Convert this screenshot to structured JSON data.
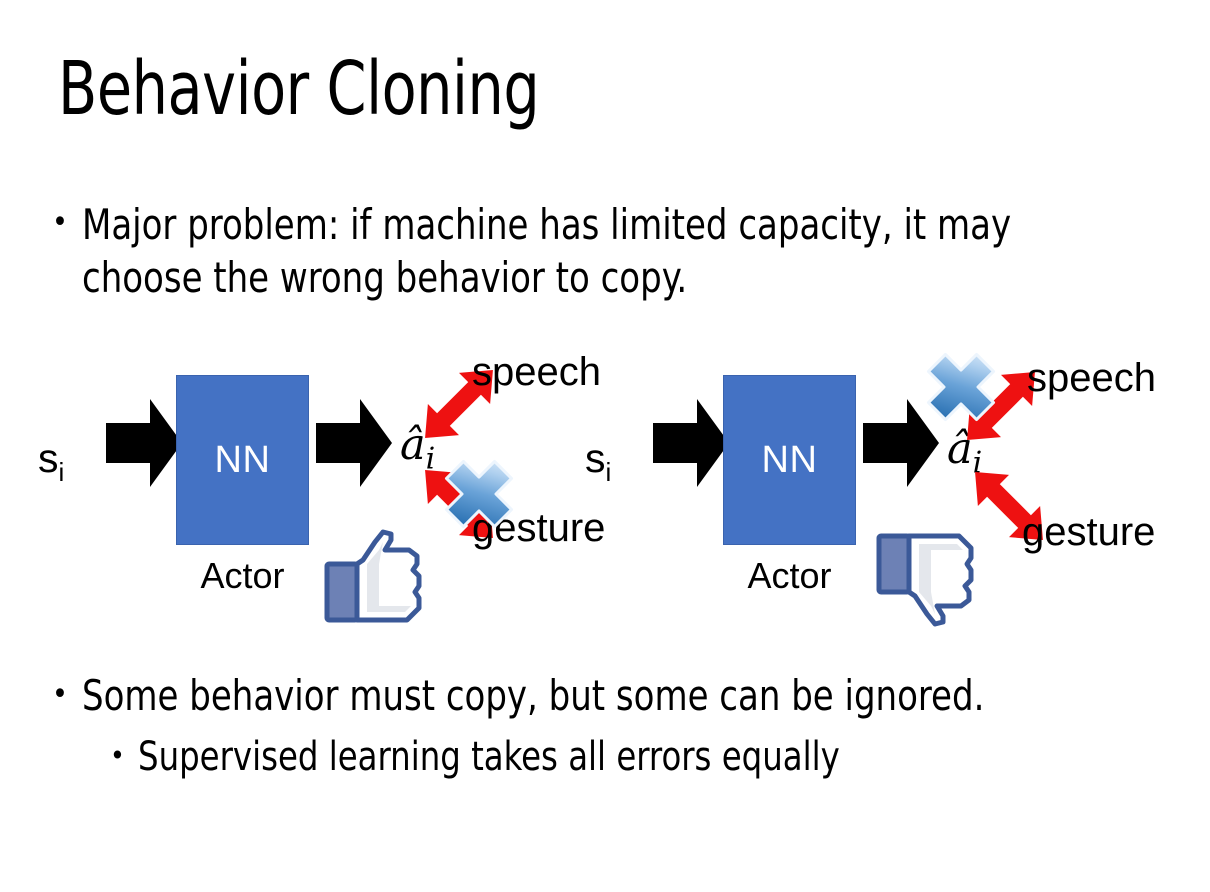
{
  "slide": {
    "title": "Behavior Cloning",
    "background_color": "#FFFFFF"
  },
  "bullets": {
    "top": {
      "marker": "•",
      "text": "Major problem: if machine has limited capacity, it may choose the wrong behavior to copy."
    },
    "bottom_primary": {
      "marker": "•",
      "text": "Some behavior must copy, but some can be ignored."
    },
    "bottom_secondary": {
      "marker": "•",
      "text": "Supervised learning takes all errors equally"
    }
  },
  "colors": {
    "nn_box_fill": "#4472C4",
    "nn_box_border": "#3A63AE",
    "nn_box_text": "#FFFFFF",
    "arrow_black": "#000000",
    "arrow_red": "#EE1111",
    "cross_blue_light": "#CFE2F7",
    "cross_blue_mid": "#6FA8DC",
    "cross_blue_dark": "#2E74B5",
    "thumb_outline": "#3B5998",
    "thumb_fill": "#FFFFFF",
    "thumb_shade": "#E3E6EB",
    "thumb_cuff": "#6D81B5"
  },
  "diagrams": [
    {
      "id": "left",
      "state_label": "s",
      "state_subscript": "i",
      "network_label": "NN",
      "network_caption": "Actor",
      "action_label": "â",
      "action_subscript": "i",
      "outputs": [
        {
          "name": "speech",
          "label": "speech",
          "position": "upper",
          "crossed_out": false
        },
        {
          "name": "gesture",
          "label": "gesture",
          "position": "lower",
          "crossed_out": true
        }
      ],
      "verdict_icon": "thumbs-up-icon",
      "verdict": "positive"
    },
    {
      "id": "right",
      "state_label": "s",
      "state_subscript": "i",
      "network_label": "NN",
      "network_caption": "Actor",
      "action_label": "â",
      "action_subscript": "i",
      "outputs": [
        {
          "name": "speech",
          "label": "speech",
          "position": "upper",
          "crossed_out": true
        },
        {
          "name": "gesture",
          "label": "gesture",
          "position": "lower",
          "crossed_out": false
        }
      ],
      "verdict_icon": "thumbs-down-icon",
      "verdict": "negative"
    }
  ]
}
